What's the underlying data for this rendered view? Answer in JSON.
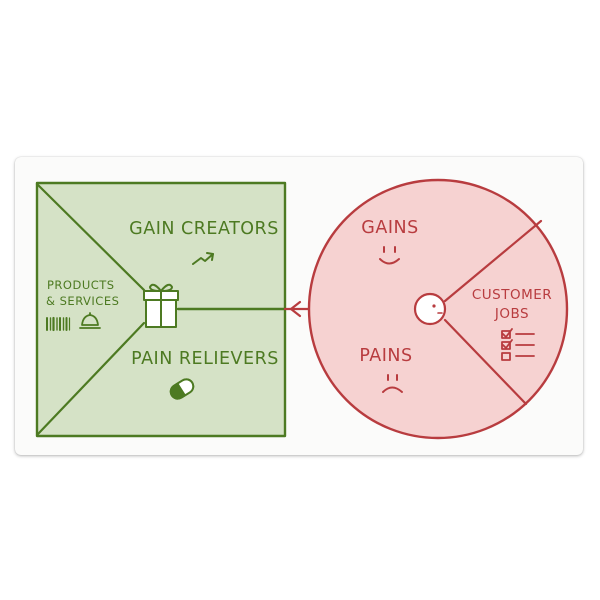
{
  "canvas": {
    "value_proposition": {
      "gain_creators_label": "GAIN CREATORS",
      "pain_relievers_label": "PAIN RELIEVERS",
      "products_label_line1": "PRODUCTS",
      "products_label_line2": "& SERVICES"
    },
    "customer_profile": {
      "gains_label": "GAINS",
      "pains_label": "PAINS",
      "jobs_label_line1": "CUSTOMER",
      "jobs_label_line2": "JOBS"
    }
  },
  "colors": {
    "green_fill": "#d5e2c6",
    "green_stroke": "#4d7a22",
    "red_fill": "#f6d2d1",
    "red_stroke": "#b83c3f"
  },
  "icons": {
    "gift": "gift-icon",
    "trend_up": "trend-up-arrow-icon",
    "pill": "pill-icon",
    "barcode": "barcode-icon",
    "service_bell": "service-bell-icon",
    "smile": "smile-icon",
    "frown": "frown-icon",
    "person": "person-head-icon",
    "checklist": "checklist-icon"
  }
}
